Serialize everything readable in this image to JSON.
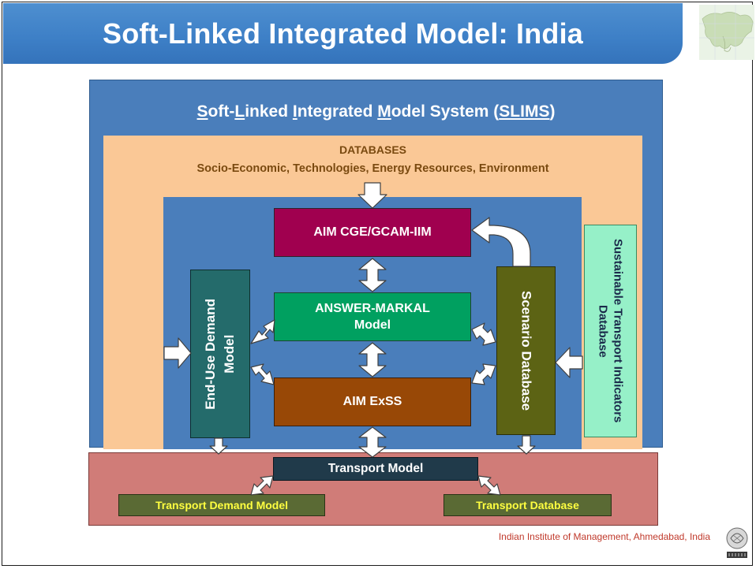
{
  "title": "Soft-Linked Integrated Model: India",
  "slims_title": {
    "parts": [
      {
        "t": "S",
        "u": true
      },
      {
        "t": "oft-",
        "u": false
      },
      {
        "t": "L",
        "u": true
      },
      {
        "t": "inked ",
        "u": false
      },
      {
        "t": "I",
        "u": true
      },
      {
        "t": "ntegrated ",
        "u": false
      },
      {
        "t": "M",
        "u": true
      },
      {
        "t": "odel System (",
        "u": false
      },
      {
        "t": "SLIMS",
        "u": true
      },
      {
        "t": ")",
        "u": false
      }
    ]
  },
  "databases": {
    "heading": "DATABASES",
    "subheading": "Socio-Economic, Technologies, Energy Resources, Environment"
  },
  "boxes": {
    "aim_cge": "AIM CGE/GCAM-IIM",
    "answer_markal_line1": "ANSWER-MARKAL",
    "answer_markal_line2": "Model",
    "aim_exss": "AIM ExSS",
    "end_use_line1": "End-Use Demand",
    "end_use_line2": "Model",
    "scenario_db": "Scenario Database",
    "stid_line1": "Sustainable Transport Indicators",
    "stid_line2": "Database",
    "transport_model": "Transport Model",
    "transport_demand": "Transport Demand Model",
    "transport_database": "Transport Database"
  },
  "footer": "Indian Institute of Management, Ahmedabad, India",
  "colors": {
    "title_blue": "#3d7fc6",
    "slims_blue": "#4a7ebb",
    "database_peach": "#fac896",
    "aim_cge_magenta": "#a0004f",
    "answer_green": "#00a060",
    "exss_brown": "#984806",
    "end_use_teal": "#246b6b",
    "scenario_olive": "#5c6314",
    "stid_mint": "#96f0c8",
    "transport_rose": "#d07c78",
    "transport_model_navy": "#203a4a",
    "small_box_olive": "#5a6a34",
    "small_box_text": "#ffff40"
  }
}
